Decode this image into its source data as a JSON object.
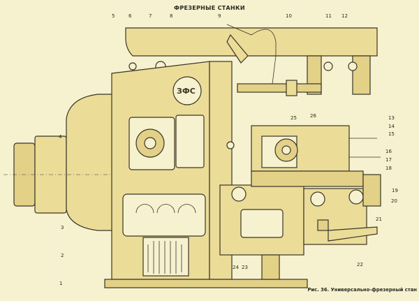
{
  "figure": {
    "title": "ФРЕЗЕРНЫЕ СТАНКИ",
    "caption": "Рис. 36. Универсально-фрезерный стан",
    "badge": "ЗФС",
    "colors": {
      "machine": "#ebdc98",
      "background": "#f6f1cf",
      "ink": "#3a3526"
    },
    "callouts": [
      "1",
      "2",
      "3",
      "4",
      "5",
      "6",
      "7",
      "8",
      "9",
      "10",
      "11",
      "12",
      "13",
      "14",
      "15",
      "16",
      "17",
      "18",
      "19",
      "20",
      "21",
      "22",
      "23",
      "24",
      "25",
      "26"
    ]
  }
}
